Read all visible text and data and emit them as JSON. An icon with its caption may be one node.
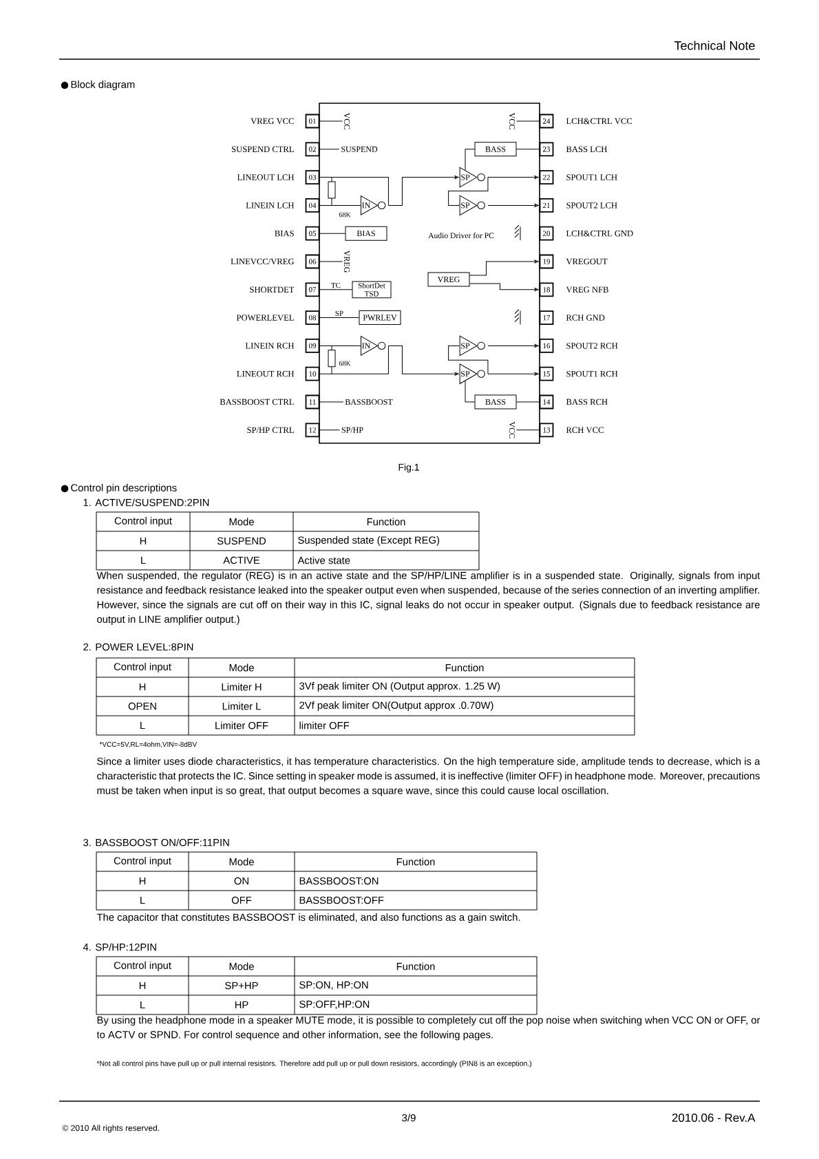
{
  "diagram": {
    "caption": "Fig.1",
    "nodes": [
      {
        "text": [],
        "shape": "box"
      },
      {
        "text": [
          "01"
        ],
        "beside": [
          "VREG VCC"
        ]
      },
      {
        "text": [
          "02"
        ],
        "beside": [
          "SUSPEND CTRL"
        ]
      },
      {
        "text": [
          "03"
        ],
        "beside": [
          "LINEOUT LCH"
        ]
      },
      {
        "text": [
          "04"
        ],
        "beside": [
          "LINEIN LCH"
        ]
      },
      {
        "text": [
          "05"
        ],
        "beside": [
          "BIAS"
        ]
      },
      {
        "text": [
          "06"
        ],
        "beside": [
          "LINEVCC/VREG"
        ]
      },
      {
        "text": [
          "07"
        ],
        "beside": [
          "SHORTDET"
        ]
      },
      {
        "text": [
          "08"
        ],
        "beside": [
          "POWERLEVEL"
        ]
      },
      {
        "text": [
          "09"
        ],
        "beside": [
          "LINEIN RCH"
        ]
      },
      {
        "text": [
          "10"
        ],
        "beside": [
          "LINEOUT RCH"
        ]
      },
      {
        "text": [
          "11"
        ],
        "beside": [
          "BASSBOOST CTRL"
        ]
      },
      {
        "text": [
          "12"
        ],
        "beside": [
          "SP/HP CTRL"
        ]
      },
      {
        "text": [
          "13"
        ],
        "beside": [
          "RCH VCC"
        ]
      },
      {
        "text": [
          "14"
        ],
        "beside": [
          "BASS RCH"
        ]
      },
      {
        "text": [
          "15"
        ],
        "beside": [
          "SPOUT1 RCH"
        ]
      },
      {
        "text": [
          "16"
        ],
        "beside": [
          "SPOUT2 RCH"
        ]
      },
      {
        "text": [
          "17"
        ],
        "beside": [
          "RCH GND"
        ]
      },
      {
        "text": [
          "18"
        ],
        "beside": [
          "VREG NFB"
        ]
      },
      {
        "text": [
          "19"
        ],
        "beside": [
          "VREGOUT"
        ]
      },
      {
        "text": [
          "20"
        ],
        "beside": [
          "LCH&CTRL GND"
        ]
      },
      {
        "text": [
          "21"
        ],
        "beside": [
          "SPOUT2 LCH"
        ]
      },
      {
        "text": [
          "22"
        ],
        "beside": [
          "SPOUT1 LCH"
        ]
      },
      {
        "text": [
          "23"
        ],
        "beside": [
          "BASS LCH"
        ]
      },
      {
        "text": [
          "24"
        ],
        "beside": [
          "LCH&CTRL VCC"
        ]
      },
      {
        "text": [
          "VCC"
        ],
        "in": 0
      },
      {
        "text": [
          "SUSPEND"
        ],
        "in": 0
      },
      {
        "text": [
          "IN"
        ],
        "in": 0
      },
      {
        "text": [
          "BIAS"
        ],
        "in": 0
      },
      {
        "text": [
          "VREG"
        ],
        "in": 0
      },
      {
        "text": [
          "ShortDet TSD"
        ],
        "in": 0
      },
      {
        "text": [
          "PWRLEV"
        ],
        "in": 0
      },
      {
        "text": [
          "IN"
        ],
        "in": 0
      },
      {
        "text": [
          "BASSBOOST"
        ],
        "in": 0
      },
      {
        "text": [
          "SP/HP"
        ],
        "in": 0
      },
      {
        "text": [
          "VCC"
        ],
        "in": 0
      },
      {
        "text": [
          "BASS"
        ],
        "in": 0
      },
      {
        "text": [
          "SP"
        ],
        "in": 0
      },
      {
        "text": [
          "SP"
        ],
        "in": 0
      },
      {
        "text": [
          "VREG"
        ],
        "in": 0
      },
      {
        "text": [
          "SP"
        ],
        "in": 0
      },
      {
        "text": [
          "SP"
        ],
        "in": 0
      },
      {
        "text": [
          "BASS"
        ],
        "in": 0
      },
      {
        "text": [
          "VCC"
        ],
        "in": 0
      }
    ],
    "edges": [
      {
        "from": 1,
        "to": 25,
        "arrow": "none"
      },
      {
        "from": 2,
        "to": 26,
        "arrow": "none"
      },
      {
        "from": 4,
        "to": 27,
        "arrow": "none"
      },
      {
        "from": 27,
        "to": 3,
        "arrow": "none"
      },
      {
        "from": 27,
        "to": 37,
        "arrow": "to"
      },
      {
        "from": 37,
        "to": 22,
        "arrow": "to"
      },
      {
        "from": 37,
        "to": 38,
        "arrow": "none"
      },
      {
        "from": 38,
        "to": 21,
        "arrow": "to"
      },
      {
        "from": 36,
        "to": 23,
        "arrow": "none"
      },
      {
        "from": 5,
        "to": 28,
        "arrow": "none"
      },
      {
        "from": 6,
        "to": 29,
        "arrow": "none"
      },
      {
        "from": 7,
        "to": 30,
        "arrow": "none",
        "label": "TC"
      },
      {
        "from": 8,
        "to": 31,
        "arrow": "none",
        "label": "SP"
      },
      {
        "from": 39,
        "to": 19,
        "arrow": "to"
      },
      {
        "from": 39,
        "to": 18,
        "arrow": "to"
      },
      {
        "from": 9,
        "to": 32,
        "arrow": "none"
      },
      {
        "from": 32,
        "to": 10,
        "arrow": "none"
      },
      {
        "from": 32,
        "to": 41,
        "arrow": "to"
      },
      {
        "from": 41,
        "to": 15,
        "arrow": "to"
      },
      {
        "from": 41,
        "to": 40,
        "arrow": "none"
      },
      {
        "from": 40,
        "to": 16,
        "arrow": "to"
      },
      {
        "from": 42,
        "to": 14,
        "arrow": "none"
      },
      {
        "from": 11,
        "to": 33,
        "arrow": "none"
      },
      {
        "from": 12,
        "to": 34,
        "arrow": "none"
      },
      {
        "from": 24,
        "to": 35,
        "arrow": "none"
      },
      {
        "from": 13,
        "to": 43,
        "arrow": "none"
      },
      {
        "from": 37,
        "to": 36,
        "arrow": "none"
      },
      {
        "from": 41,
        "to": 42,
        "arrow": "none"
      }
    ],
    "labels": [
      "Technical Note",
      "Block diagram",
      "Audio Driver for PC",
      "68K",
      "68K",
      "Control pin descriptions",
      "1. ACTIVE/SUSPEND:2PIN",
      "Control input",
      "Mode",
      "Function",
      "H",
      "SUSPEND",
      "Suspended state (Except REG)",
      "L",
      "ACTIVE",
      "Active state",
      "When suspended, the regulator (REG) is in an active state and the SP/HP/LINE amplifier is in a suspended state. Originally, signals from input resistance and feedback resistance leaked into the speaker output even when suspended, because of the series connection of an inverting amplifier. However, since the signals are cut off on their way in this IC, signal leaks do not occur in speaker output. (Signals due to feedback resistance are output in LINE amplifier output.)",
      "2. POWER LEVEL:8PIN",
      "Control input",
      "Mode",
      "Function",
      "H",
      "Limiter H",
      "3Vf peak limiter ON (Output approx. 1.25 W)",
      "OPEN",
      "Limiter L",
      "2Vf peak limiter ON(Output approx .0.70W)",
      "L",
      "Limiter OFF",
      "limiter OFF",
      "*VCC=5V,RL=4ohm,VIN=-8dBV",
      "Since a limiter uses diode characteristics, it has temperature characteristics. On the high temperature side, amplitude tends to decrease, which is a characteristic that protects the IC. Since setting in speaker mode is assumed, it is ineffective (limiter OFF) in headphone mode. Moreover, precautions must be taken when input is so great, that output becomes a square wave, since this could cause local oscillation.",
      "3. BASSBOOST ON/OFF:11PIN",
      "Control input",
      "Mode",
      "Function",
      "H",
      "ON",
      "BASSBOOST:ON",
      "L",
      "OFF",
      "BASSBOOST:OFF",
      "The capacitor that constitutes BASSBOOST is eliminated, and also functions as a gain switch.",
      "4. SP/HP:12PIN",
      "Control input",
      "Mode",
      "Function",
      "H",
      "SP+HP",
      "SP:ON, HP:ON",
      "L",
      "HP",
      "SP:OFF,HP:ON",
      "By using the headphone mode in a speaker MUTE mode, it is possible to completely cut off the pop noise when switching when VCC ON or OFF, or to ACTV or SPND. For control sequence and other information, see the following pages.",
      "*Not all control pins have pull up or pull internal resistors. Therefore add pull up or pull down resistors, accordingly (PIN8 is an exception.)",
      "© 2010 All rights reserved.",
      "3/9",
      "2010.06 - Rev.A"
    ]
  }
}
